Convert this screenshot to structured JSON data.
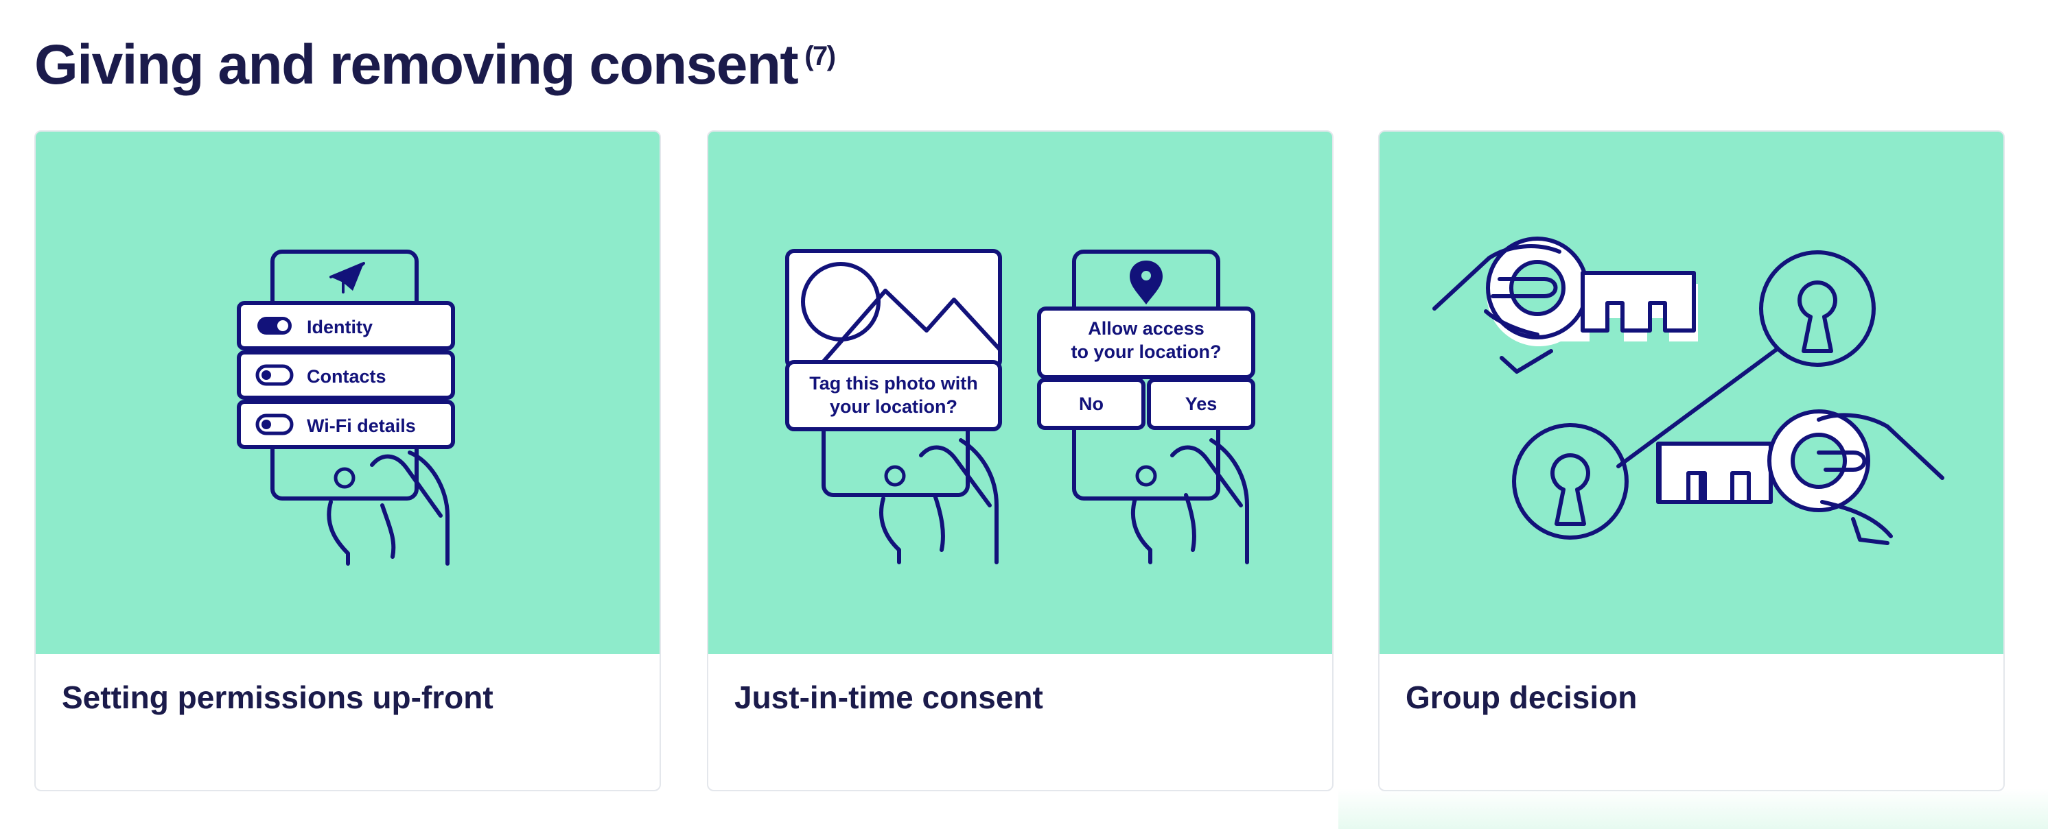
{
  "section": {
    "title": "Giving and removing consent",
    "count": "(7)"
  },
  "colors": {
    "heading": "#1b1b4b",
    "card_art_background": "#8eebcb",
    "illustration_line": "#12127a",
    "card_border": "#e4e7ec"
  },
  "cards": [
    {
      "title": "Setting permissions up-front",
      "illustration": {
        "icon": "paper-plane-icon",
        "permissions": [
          {
            "label": "Identity",
            "enabled": true
          },
          {
            "label": "Contacts",
            "enabled": false
          },
          {
            "label": "Wi-Fi details",
            "enabled": false
          }
        ]
      }
    },
    {
      "title": "Just-in-time consent",
      "illustration": {
        "photo_prompt": [
          "Tag this photo with",
          "your location?"
        ],
        "dialog_prompt": [
          "Allow access",
          "to your location?"
        ],
        "icon": "location-pin-icon",
        "no_label": "No",
        "yes_label": "Yes"
      }
    },
    {
      "title": "Group decision",
      "illustration": {
        "icons": [
          "key-icon",
          "keyhole-icon",
          "hand-icon"
        ]
      }
    }
  ]
}
